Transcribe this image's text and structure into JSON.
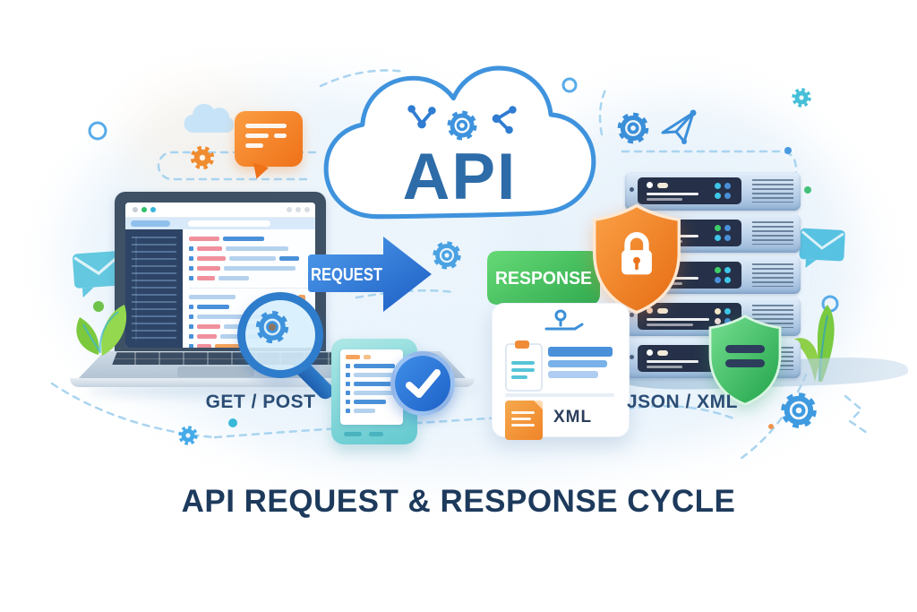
{
  "title": "API REQUEST & RESPONSE CYCLE",
  "cloud": {
    "label": "API"
  },
  "flow": {
    "request": "REQUEST",
    "response": "RESPONSE"
  },
  "labels": {
    "methods": "GET / POST",
    "formats": "JSON / XML",
    "doc_format": "XML"
  },
  "colors": {
    "primary_blue": "#2e7cd6",
    "steel_blue": "#2d6ca8",
    "navy": "#1d3a5c",
    "green": "#2fae4e",
    "orange": "#ef7c22",
    "teal": "#56c4d8",
    "light_blue": "#a9d4f0"
  },
  "icons": {
    "gear-icon": "gear",
    "network-node-icon": "connected-nodes",
    "lock-shield-icon": "shield-with-padlock",
    "equals-shield-icon": "shield-with-bars",
    "magnifier-gear-icon": "magnifying-glass-over-gear",
    "check-circle-icon": "circle-with-checkmark",
    "server-stack-icon": "server-rack",
    "laptop-icon": "laptop-with-code-editor",
    "xml-document-icon": "document-card",
    "clipboard-icon": "clipboard",
    "checklist-phone-icon": "phone-with-checklist",
    "speech-bubble-icon": "speech-bubble",
    "envelope-icon": "envelope",
    "paper-plane-icon": "paper-plane",
    "cloud-icon": "cloud",
    "plant-icon": "plant"
  }
}
